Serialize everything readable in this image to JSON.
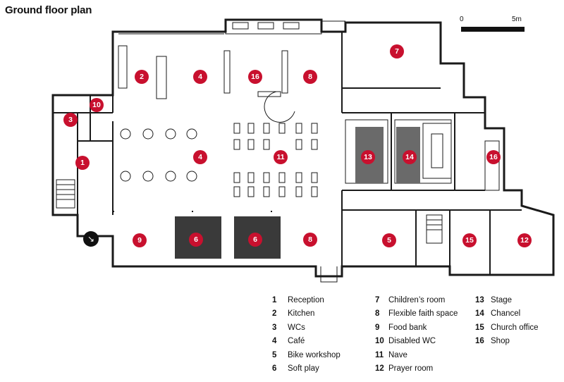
{
  "title": "Ground floor plan",
  "scale_bar": {
    "start_label": "0",
    "end_label": "5m"
  },
  "colors": {
    "marker": "#c8102e",
    "wall": "#1a1a1a",
    "soft_play": "#3a3a3a"
  },
  "north_arrow": {
    "icon": "north-arrow-icon"
  },
  "markers": [
    {
      "n": "1"
    },
    {
      "n": "2"
    },
    {
      "n": "3"
    },
    {
      "n": "4"
    },
    {
      "n": "4"
    },
    {
      "n": "5"
    },
    {
      "n": "6"
    },
    {
      "n": "6"
    },
    {
      "n": "7"
    },
    {
      "n": "8"
    },
    {
      "n": "8"
    },
    {
      "n": "9"
    },
    {
      "n": "10"
    },
    {
      "n": "11"
    },
    {
      "n": "12"
    },
    {
      "n": "13"
    },
    {
      "n": "14"
    },
    {
      "n": "15"
    },
    {
      "n": "16"
    },
    {
      "n": "16"
    }
  ],
  "legend": {
    "col1": [
      {
        "num": "1",
        "label": "Reception"
      },
      {
        "num": "2",
        "label": "Kitchen"
      },
      {
        "num": "3",
        "label": "WCs"
      },
      {
        "num": "4",
        "label": "Café"
      },
      {
        "num": "5",
        "label": "Bike workshop"
      },
      {
        "num": "6",
        "label": "Soft play"
      }
    ],
    "col2": [
      {
        "num": "7",
        "label": "Children’s room"
      },
      {
        "num": "8",
        "label": "Flexible faith space"
      },
      {
        "num": "9",
        "label": "Food bank"
      },
      {
        "num": "10",
        "label": "Disabled WC"
      },
      {
        "num": "11",
        "label": "Nave"
      },
      {
        "num": "12",
        "label": "Prayer room"
      }
    ],
    "col3": [
      {
        "num": "13",
        "label": "Stage"
      },
      {
        "num": "14",
        "label": "Chancel"
      },
      {
        "num": "15",
        "label": "Church office"
      },
      {
        "num": "16",
        "label": "Shop"
      }
    ]
  }
}
